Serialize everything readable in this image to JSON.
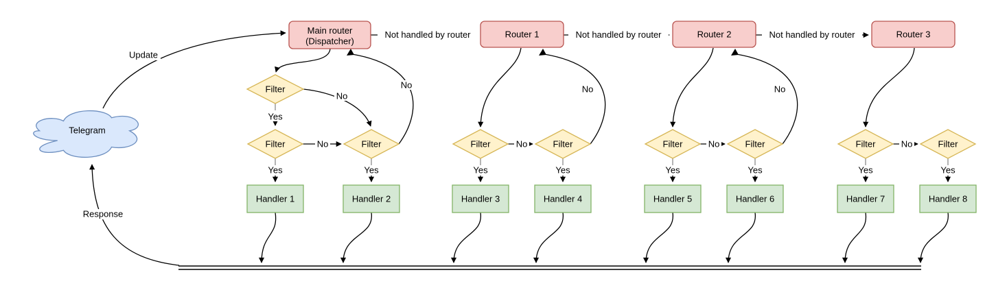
{
  "colors": {
    "background": "#ffffff",
    "router_fill": "#f8cecc",
    "router_stroke": "#b85450",
    "filter_fill": "#fff2cc",
    "filter_stroke": "#d6b656",
    "handler_fill": "#d5e8d4",
    "handler_stroke": "#82b366",
    "cloud_fill": "#dae8fc",
    "cloud_stroke": "#6c8ebf",
    "edge": "#000000"
  },
  "cloud": {
    "label": "Telegram"
  },
  "main_router": {
    "line1": "Main router",
    "line2": "(Dispatcher)"
  },
  "routers": [
    "Router 1",
    "Router 2",
    "Router 3"
  ],
  "handlers": [
    "Handler 1",
    "Handler 2",
    "Handler 3",
    "Handler 4",
    "Handler 5",
    "Handler 6",
    "Handler 7",
    "Handler 8"
  ],
  "labels": {
    "filter": "Filter",
    "yes": "Yes",
    "no": "No",
    "update": "Update",
    "response": "Response",
    "not_handled": "Not handled by router"
  }
}
